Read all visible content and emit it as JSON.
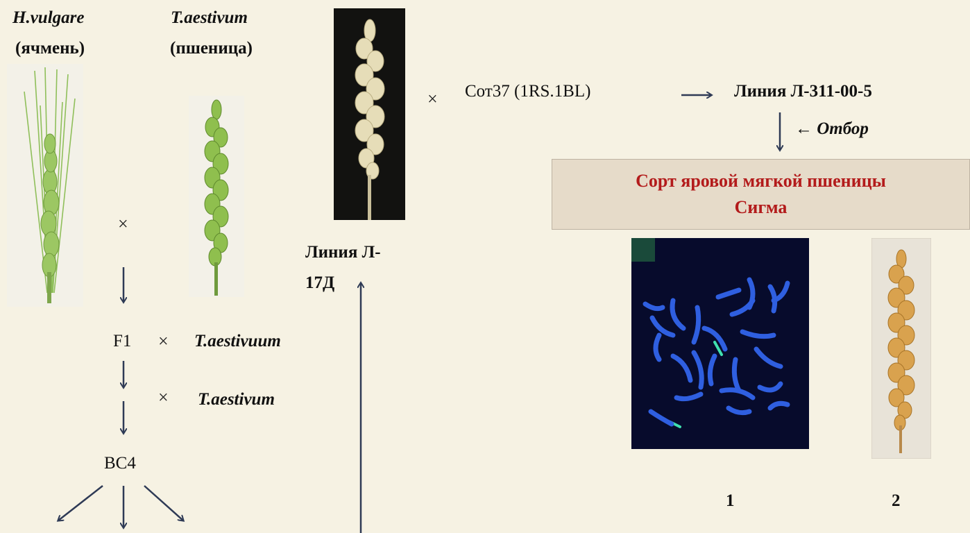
{
  "parents": {
    "barley": {
      "species": "H.vulgare",
      "common": "(ячмень)"
    },
    "wheat": {
      "species": "T.aestivum",
      "common": "(пшеница)"
    }
  },
  "symbols": {
    "cross": "×"
  },
  "steps": {
    "f1": "F1",
    "backcross1_species": "T.aestivuum",
    "backcross2_species": "T.aestivum",
    "bc4": "BC4"
  },
  "line_17d": {
    "line1": "Линия Л-",
    "line2": "17Д"
  },
  "cross_top": {
    "partner": "Сот37 (1RS.1BL)",
    "result": "Линия Л-311-00-5",
    "selection": "← Отбор"
  },
  "variety": {
    "line1": "Сорт яровой мягкой пшеницы",
    "line2": "Сигма"
  },
  "figure_labels": {
    "fig1": "1",
    "fig2": "2"
  },
  "colors": {
    "background": "#f6f2e3",
    "arrow": "#2e3a55",
    "variety_text": "#b31b1b",
    "variety_box": "#e6dbc9",
    "karyotype_bg": "#070b2c",
    "chromosome": "#2f5fe0",
    "fish_signal": "#3fe0b0"
  }
}
